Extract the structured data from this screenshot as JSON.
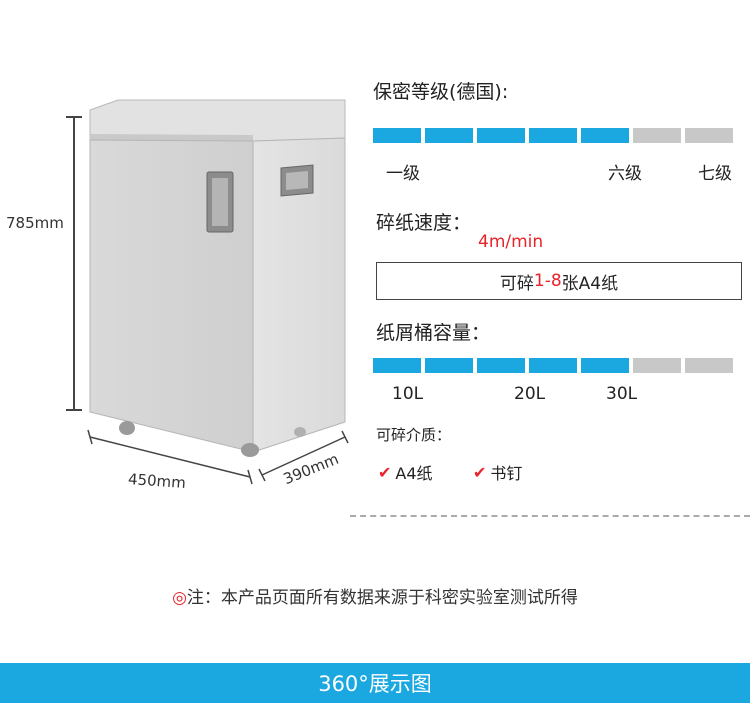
{
  "dimensions": {
    "height": "785mm",
    "width": "450mm",
    "depth": "390mm"
  },
  "security": {
    "title": "保密等级(德国):",
    "level": 5,
    "total": 7,
    "labels": [
      "一级",
      "六级",
      "七级"
    ]
  },
  "speed": {
    "title": "碎纸速度：",
    "value": "4m/min"
  },
  "capacity": {
    "prefix": "可碎",
    "range": "1-8",
    "suffix": "张A4纸"
  },
  "bin": {
    "title": "纸屑桶容量：",
    "level": 5,
    "total": 7,
    "labels": [
      "10L",
      "20L",
      "30L"
    ]
  },
  "media": {
    "title": "可碎介质：",
    "items": [
      "A4纸",
      "书钉"
    ]
  },
  "note": {
    "mark": "◎",
    "text": "注：本产品页面所有数据来源于科密实验室测试所得"
  },
  "footer": {
    "label": "360°展示图"
  },
  "colors": {
    "accent": "#1ba7df",
    "highlight": "#e8232a",
    "inactive": "#c8c8c8"
  }
}
